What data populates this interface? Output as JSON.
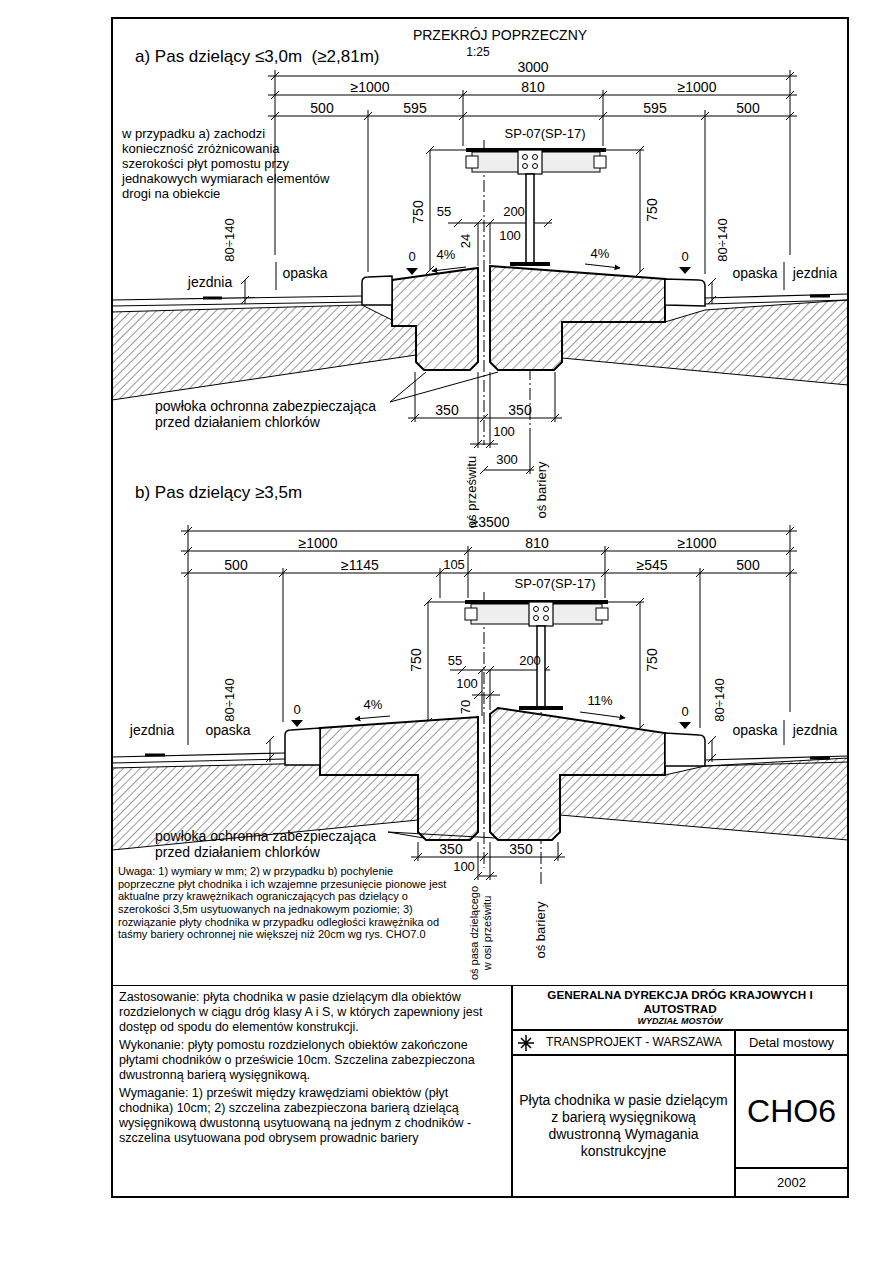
{
  "diagram": {
    "title": "PRZEKRÓJ POPRZECZNY",
    "nodes": [
      {
        "text": [
          "Zastosowanie: płyta chodnika w pasie dzielącym dla obiektów rozdzielonych w ciągu dróg klasy A i S, w których zapewniony jest dostęp od spodu do elementów konstrukcji.",
          "Wykonanie: płyty pomostu rozdzielonych obiektów zakończone płytami chodników o prześwicie 10cm. Szczelina zabezpieczona dwustronną barierą wysięgnikową.",
          "Wymaganie: 1) prześwit między krawędziami obiektów (płyt chodnika) 10cm; 2) szczelina zabezpieczona barierą dzielącą wysięgnikową dwustonną usytuowaną na jednym z chodników -szczelina usytuowana pod obrysem prowadnic bariery"
        ]
      },
      {
        "text": [
          "GENERALNA DYREKCJA DRÓG KRAJOWYCH I AUTOSTRAD",
          "WYDZIAŁ MOSTÓW"
        ]
      },
      {
        "text": [
          "TRANSPROJEKT - WARSZAWA"
        ]
      },
      {
        "text": [
          "Detal mostowy"
        ]
      },
      {
        "text": [
          "Płyta chodnika w pasie dzielącym z barierą wysięgnikową dwustronną Wymagania konstrukcyjne"
        ]
      },
      {
        "text": [
          "CHO6"
        ]
      },
      {
        "text": [
          "2002"
        ]
      }
    ],
    "labels": [
      "1:25",
      "a) Pas dzielący ≤3,0m  (≥2,81m)",
      "3000",
      "≥1000",
      "810",
      "≥1000",
      "500",
      "595",
      "595",
      "500",
      "SP-07(SP-17)",
      "w przypadku a) zachodzi konieczność zróżnicowania szerokości płyt pomostu przy jednakowych wymiarach elementów drogi na obiekcie",
      "750",
      "750",
      "55",
      "200",
      "100",
      "24",
      "80÷140",
      "80÷140",
      "0",
      "0",
      "4%",
      "4%",
      "jezdnia",
      "opaska",
      "opaska",
      "jezdnia",
      "powłoka ochronna zabezpieczająca przed działaniem chlorków",
      "350",
      "350",
      "100",
      "300",
      "oś prześwitu",
      "oś bariery",
      "b) Pas dzielący ≥3,5m",
      "≥3500",
      "≥1000",
      "810",
      "≥1000",
      "500",
      "≥1145",
      "105",
      "SP-07(SP-17)",
      "≥545",
      "500",
      "750",
      "750",
      "55",
      "200",
      "100",
      "70",
      "80÷140",
      "80÷140",
      "0",
      "4%",
      "11%",
      "0",
      "jezdnia",
      "opaska",
      "opaska",
      "jezdnia",
      "powłoka ochronna zabezpieczająca przed działaniem chlorków",
      "350",
      "350",
      "100",
      "Uwaga: 1) wymiary w mm; 2) w przypadku b) pochylenie poprzeczne płyt chodnika i ich wzajemne przesunięcie pionowe jest aktualne przy krawężnikach ograniczających pas dzielący o szerokości 3,5m usytuowanych na jednakowym poziomie; 3) rozwiązanie płyty chodnika w przypadku odległości krawężnika od taśmy bariery ochronnej nie większej niż 20cm wg rys. CHO7.0",
      "oś pasa dzielącego w osi prześwitu",
      "oś bariery"
    ]
  }
}
